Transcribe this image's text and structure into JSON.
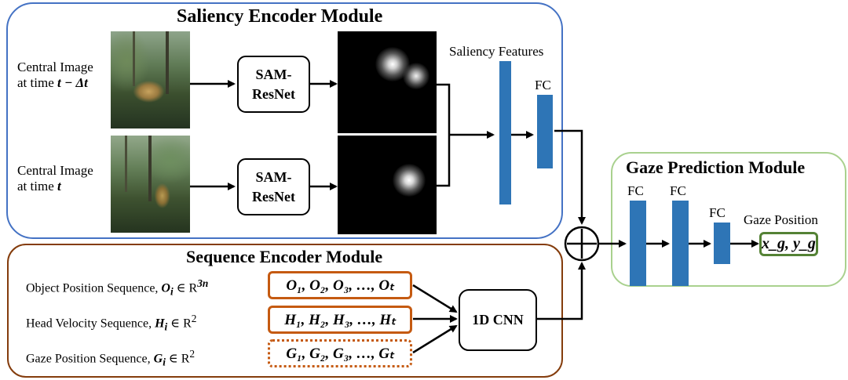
{
  "saliency_module": {
    "title": "Saliency Encoder Module",
    "border_color": "#4472c4",
    "row1_label_line1": "Central Image",
    "row1_label_line2_prefix": "at time ",
    "row1_label_math": "t − Δt",
    "row2_label_line1": "Central Image",
    "row2_label_line2_prefix": "at time ",
    "row2_label_math": "t",
    "encoder1_line1": "SAM-",
    "encoder1_line2": "ResNet",
    "encoder2_line1": "SAM-",
    "encoder2_line2": "ResNet",
    "features_label": "Saliency Features",
    "fc_label": "FC"
  },
  "sequence_module": {
    "title": "Sequence Encoder Module",
    "border_color": "#843c0c",
    "box_color": "#c55a11",
    "object_label": "Object Position Sequence, ",
    "object_math": "O",
    "object_sub": "i",
    "object_set": " ∈ R",
    "object_sup": "3n",
    "object_seq": "O₁, O₂, O₃, …, Oₜ",
    "head_label": "Head Velocity Sequence, ",
    "head_math": "H",
    "head_sub": "i",
    "head_set": " ∈ R",
    "head_sup": "2",
    "head_seq": "H₁, H₂, H₃, …, Hₜ",
    "gaze_label": "Gaze Position Sequence, ",
    "gaze_math": "G",
    "gaze_sub": "i",
    "gaze_set": " ∈ R",
    "gaze_sup": "2",
    "gaze_seq": "G₁, G₂, G₃, …, Gₜ",
    "cnn_label": "1D CNN"
  },
  "gaze_module": {
    "title": "Gaze Prediction Module",
    "border_color": "#a9d18e",
    "fc1": "FC",
    "fc2": "FC",
    "fc3": "FC",
    "output_label": "Gaze Position",
    "output_value": "x_g, y_g",
    "output_border": "#548235"
  },
  "fusion_symbol": "+",
  "bar_color": "#2e75b6"
}
